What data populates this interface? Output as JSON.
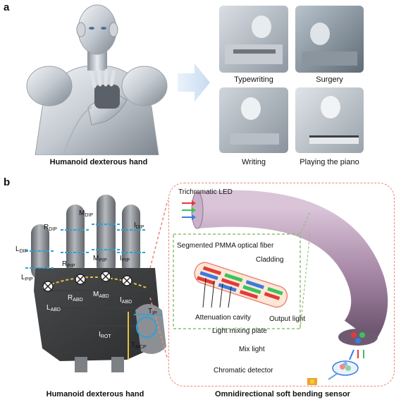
{
  "panel_a": {
    "letter": "a",
    "left_caption": "Humanoid dexterous hand",
    "apps": [
      {
        "label": "Typewriting"
      },
      {
        "label": "Surgery"
      },
      {
        "label": "Writing"
      },
      {
        "label": "Playing the piano"
      }
    ]
  },
  "panel_b": {
    "letter": "b",
    "hand_caption": "Humanoid dexterous hand",
    "sensor_caption": "Omnidirectional soft bending sensor",
    "joints": {
      "r_dip": {
        "main": "R",
        "sub": "DIP"
      },
      "m_dip": {
        "main": "M",
        "sub": "DIP"
      },
      "i_dip": {
        "main": "I",
        "sub": "DIP"
      },
      "l_dip": {
        "main": "L",
        "sub": "DIP"
      },
      "r_pip": {
        "main": "R",
        "sub": "PIP"
      },
      "m_pip": {
        "main": "M",
        "sub": "PIP"
      },
      "i_pip": {
        "main": "I",
        "sub": "PIP"
      },
      "l_pip": {
        "main": "L",
        "sub": "PIP"
      },
      "l_abd": {
        "main": "L",
        "sub": "ABD"
      },
      "r_abd": {
        "main": "R",
        "sub": "ABD"
      },
      "m_abd": {
        "main": "M",
        "sub": "ABD"
      },
      "i_abd": {
        "main": "I",
        "sub": "ABD"
      },
      "t_ip": {
        "main": "T",
        "sub": "IP"
      },
      "i_rot": {
        "main": "I",
        "sub": "ROT"
      },
      "t_mcp": {
        "main": "T",
        "sub": "MCP"
      }
    },
    "sensor_labels": {
      "led": "Trichromatic LED",
      "fiber": "Segmented PMMA optical fiber",
      "cladding": "Cladding",
      "cavity": "Attenuation cavity",
      "output": "Output light",
      "mixing": "Light mixing plate",
      "mix": "Mix light",
      "detector": "Chromatic detector"
    }
  }
}
